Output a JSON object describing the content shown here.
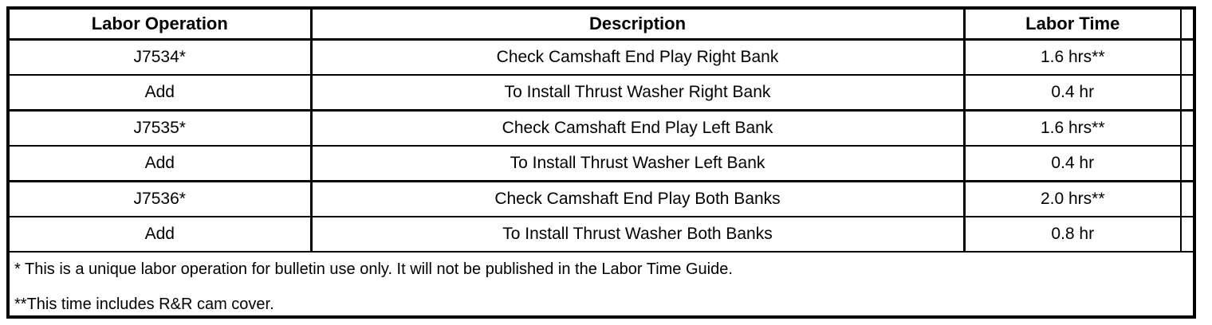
{
  "table": {
    "columns": [
      {
        "key": "labor_operation",
        "label": "Labor Operation"
      },
      {
        "key": "description",
        "label": "Description"
      },
      {
        "key": "labor_time",
        "label": "Labor Time"
      },
      {
        "key": "spacer",
        "label": ""
      }
    ],
    "rows": [
      {
        "labor_operation": "J7534*",
        "description": "Check Camshaft End Play Right Bank",
        "labor_time": "1.6 hrs**",
        "spacer": ""
      },
      {
        "labor_operation": "Add",
        "description": "To Install Thrust Washer Right Bank",
        "labor_time": "0.4 hr",
        "spacer": ""
      },
      {
        "labor_operation": "J7535*",
        "description": "Check Camshaft End Play Left Bank",
        "labor_time": "1.6 hrs**",
        "spacer": ""
      },
      {
        "labor_operation": "Add",
        "description": "To Install Thrust Washer Left Bank",
        "labor_time": "0.4 hr",
        "spacer": ""
      },
      {
        "labor_operation": "J7536*",
        "description": "Check Camshaft End Play Both Banks",
        "labor_time": "2.0 hrs**",
        "spacer": ""
      },
      {
        "labor_operation": "Add",
        "description": "To Install Thrust Washer Both Banks",
        "labor_time": "0.8 hr",
        "spacer": ""
      }
    ],
    "footnotes": [
      "* This is a unique labor operation for bulletin use only. It will not be published in the Labor Time Guide.",
      "**This time includes R&R cam cover."
    ]
  },
  "colors": {
    "border": "#000000",
    "text": "#000000",
    "background": "#ffffff"
  }
}
